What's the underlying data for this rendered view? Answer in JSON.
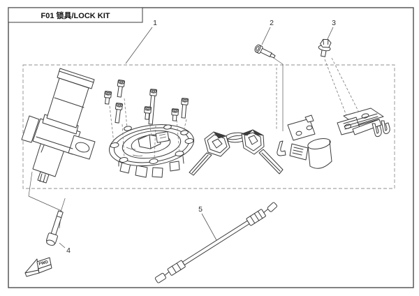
{
  "page": {
    "title": "F01 锁具/LOCK KIT"
  },
  "callouts": [
    {
      "label": "1",
      "target": "lock-kit-assembly"
    },
    {
      "label": "2",
      "target": "pan-head-screw"
    },
    {
      "label": "3",
      "target": "hex-flange-bolt"
    },
    {
      "label": "4",
      "target": "socket-cap-screw"
    },
    {
      "label": "5",
      "target": "lock-cable"
    }
  ],
  "direction": {
    "label": "FWD"
  },
  "parts": {
    "kit_box": "lock-kit-dashed-boundary",
    "items": [
      "ignition-steering-lock",
      "fuel-tank-cap",
      "fuel-cap-screws",
      "key-pair-with-ring",
      "helmet-lock-clamp-bracket",
      "seat-latch-bracket",
      "pan-head-screw",
      "hex-flange-bolt",
      "socket-cap-screw",
      "seat-lock-cable"
    ]
  },
  "colors": {
    "line": "#3a3a3a",
    "dashed_box": "#8f8f8f",
    "background": "#ffffff"
  }
}
